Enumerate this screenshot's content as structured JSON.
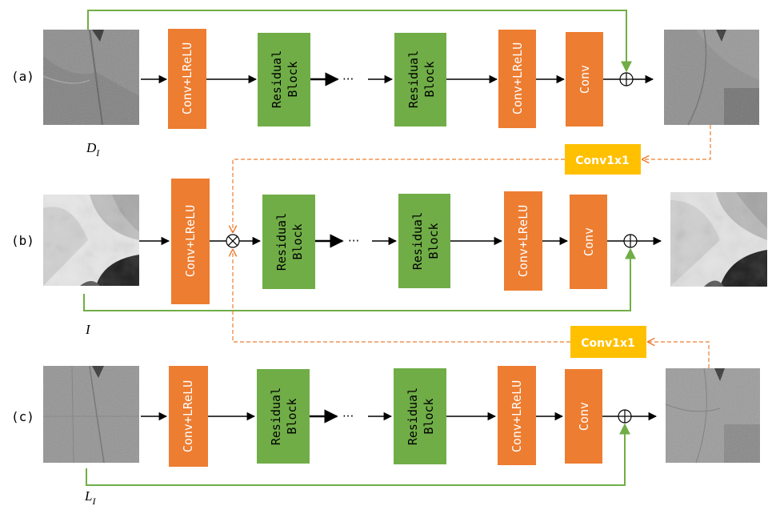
{
  "colors": {
    "orange": "#ED7D31",
    "green": "#70AD47",
    "yellow": "#FFC000",
    "line_green": "#70AD47",
    "dashed_orange": "#ED7D31",
    "arrow": "#000000"
  },
  "rows": {
    "a": {
      "label": "(a)",
      "input_label": "D",
      "input_sub": "I",
      "blocks": [
        "Conv+LReLU",
        "Residual Block",
        "Residual Block",
        "Conv+LReLU",
        "Conv"
      ],
      "dots": "···"
    },
    "b": {
      "label": "(b)",
      "input_label": "I",
      "blocks": [
        "Conv+LReLU",
        "Residual Block",
        "Residual Block",
        "Conv+LReLU",
        "Conv"
      ],
      "dots": "···"
    },
    "c": {
      "label": "(c)",
      "input_label": "L",
      "input_sub": "I",
      "blocks": [
        "Conv+LReLU",
        "Residual Block",
        "Residual Block",
        "Conv+LReLU",
        "Conv"
      ],
      "dots": "···"
    }
  },
  "conv1x1": {
    "upper": "Conv1x1",
    "lower": "Conv1x1"
  },
  "icons": {
    "add": "circle-plus-icon",
    "multiply": "circle-times-icon"
  }
}
